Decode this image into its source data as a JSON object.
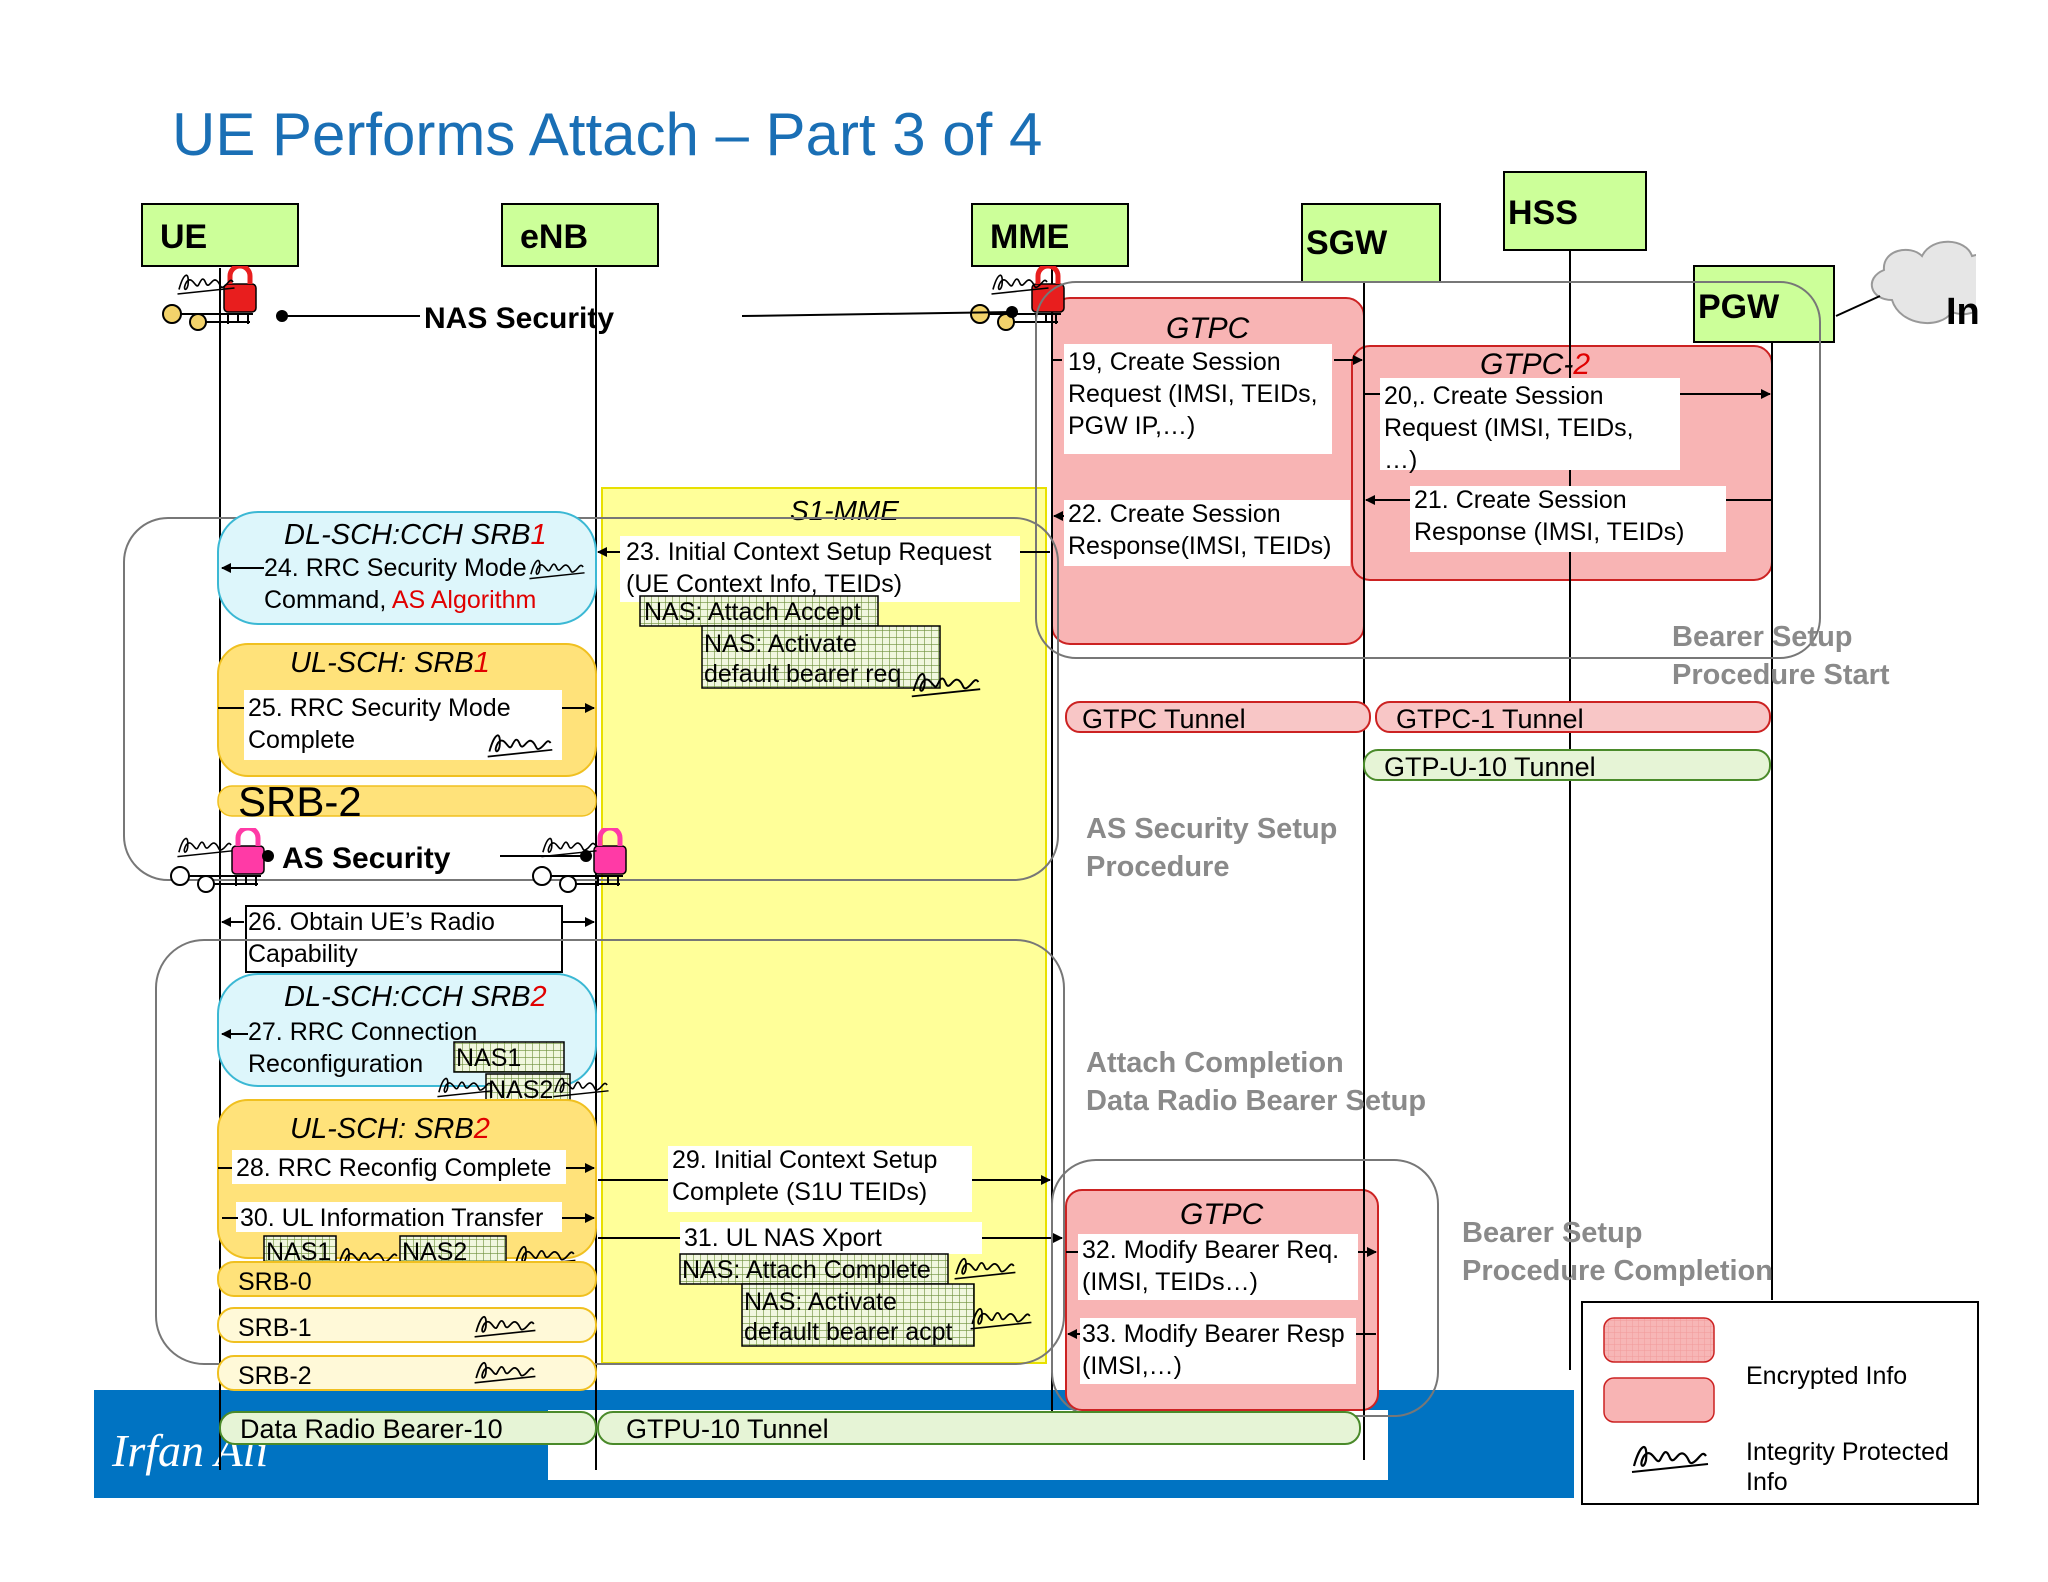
{
  "title": "UE Performs Attach – Part 3 of 4",
  "nodes": {
    "ue": "UE",
    "enb": "eNB",
    "mme": "MME",
    "sgw": "SGW",
    "hss": "HSS",
    "pgw": "PGW",
    "internet": "In"
  },
  "security": {
    "nas": "NAS Security",
    "as": "AS Security"
  },
  "interfaces": {
    "s1_mme": "S1-MME",
    "gtpc": "GTPC",
    "gtpc2_prefix": "GTPC-",
    "gtpc2_suffix": "2",
    "gtpc_lower": "GTPC"
  },
  "channels": {
    "dl_srb1_prefix": "DL-SCH:CCH SRB",
    "dl_srb1_suffix": "1",
    "ul_srb1_prefix": "UL-SCH: SRB",
    "ul_srb1_suffix": "1",
    "srb2": "SRB-2",
    "dl_srb2_prefix": "DL-SCH:CCH SRB",
    "dl_srb2_suffix": "2",
    "ul_srb2_prefix": "UL-SCH: SRB",
    "ul_srb2_suffix": "2",
    "srb0": "SRB-0",
    "srb1": "SRB-1",
    "srb2b": "SRB-2",
    "drb10": "Data Radio Bearer-10",
    "gtpu10": "GTPU-10 Tunnel"
  },
  "tunnels": {
    "gtpc": "GTPC Tunnel",
    "gtpc1": "GTPC-1 Tunnel",
    "gtpu10": "GTP-U-10 Tunnel"
  },
  "messages": {
    "m19": [
      "19, Create Session",
      "Request (IMSI, TEIDs,",
      "PGW IP,…)"
    ],
    "m20": [
      "20,. Create Session",
      "Request (IMSI, TEIDs,",
      "…)"
    ],
    "m21": [
      "21. Create Session",
      "Response (IMSI, TEIDs)"
    ],
    "m22": [
      "22. Create Session",
      "Response(IMSI, TEIDs)"
    ],
    "m23": [
      "23. Initial Context Setup Request",
      "(UE Context Info, TEIDs)"
    ],
    "m23_nas1": "NAS: Attach Accept",
    "m23_nas2": [
      "NAS: Activate",
      "default bearer req"
    ],
    "m24": [
      "24. RRC Security Mode",
      "Command, "
    ],
    "m24_red": "AS Algorithm",
    "m25": [
      "25. RRC Security Mode",
      "Complete"
    ],
    "m26": [
      "26. Obtain UE’s Radio",
      "Capability"
    ],
    "m27": [
      "27. RRC Connection",
      "Reconfiguration"
    ],
    "m27_nas1": "NAS1",
    "m27_nas2": "NAS2",
    "m28": "28. RRC Reconfig Complete",
    "m29": [
      "29. Initial Context Setup",
      "Complete (S1U TEIDs)"
    ],
    "m30": "30. UL Information Transfer",
    "m30_nas1": "NAS1",
    "m30_nas2": "NAS2",
    "m31": "31. UL NAS Xport",
    "m31_nas1": "NAS: Attach Complete",
    "m31_nas2": [
      "NAS: Activate",
      "default bearer acpt"
    ],
    "m32": [
      "32. Modify Bearer Req.",
      "(IMSI, TEIDs…)"
    ],
    "m33": [
      "33. Modify Bearer Resp",
      "(IMSI,…)"
    ]
  },
  "procedures": {
    "bearer_start": [
      "Bearer Setup",
      "Procedure Start"
    ],
    "as_sec": [
      "AS Security Setup",
      "Procedure"
    ],
    "attach_comp": [
      "Attach Completion",
      "Data Radio Bearer Setup"
    ],
    "bearer_comp": [
      "Bearer Setup",
      "Procedure Completion"
    ]
  },
  "legend": {
    "encrypted": "Encrypted Info",
    "integrity": [
      "Integrity Protected",
      "Info"
    ]
  },
  "watermark": "Irfan Ali",
  "colors": {
    "title": "#1a6fb5",
    "node_fill": "#ccff99",
    "yellow": "#ffff99",
    "red_band": "#f4a6a6",
    "cyan": "#ddf6fb",
    "orange": "#ffe27a",
    "green_tunnel": "#e6f4d6",
    "blue_bar": "#0073c2",
    "grey_label": "#8a8a8a",
    "accent_red": "#e00000"
  }
}
